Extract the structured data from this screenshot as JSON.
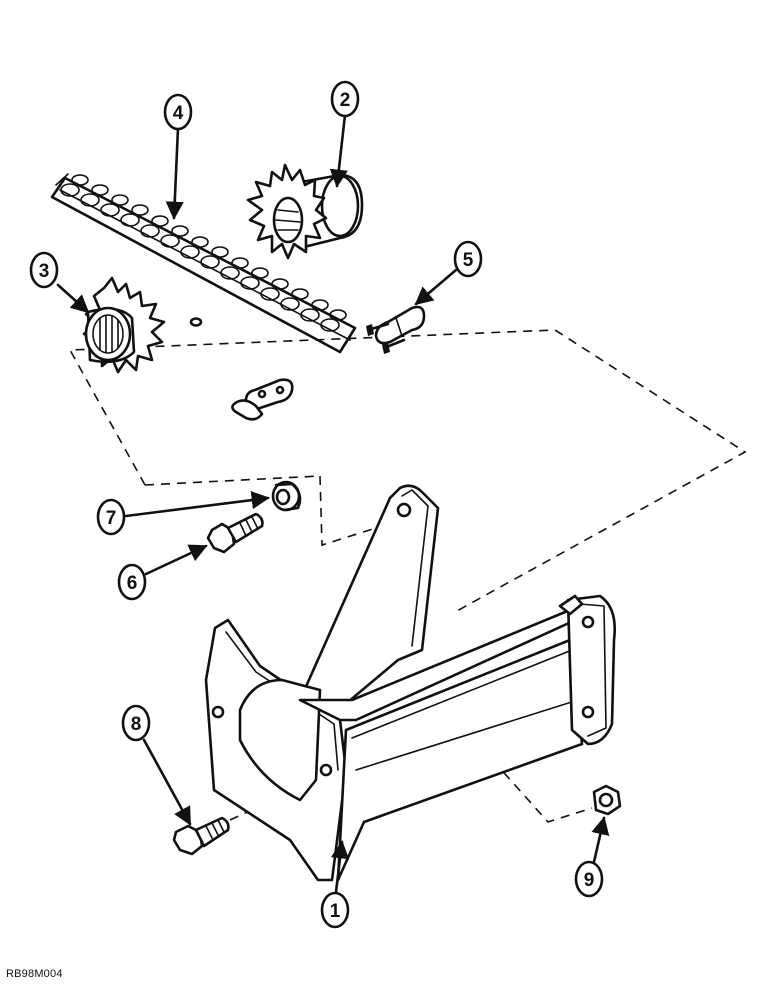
{
  "callouts": [
    {
      "id": "1",
      "label": "1"
    },
    {
      "id": "2",
      "label": "2"
    },
    {
      "id": "3",
      "label": "3"
    },
    {
      "id": "4",
      "label": "4"
    },
    {
      "id": "5",
      "label": "5"
    },
    {
      "id": "6",
      "label": "6"
    },
    {
      "id": "7",
      "label": "7"
    },
    {
      "id": "8",
      "label": "8"
    },
    {
      "id": "9",
      "label": "9"
    }
  ],
  "reference_code": "RB98M004"
}
